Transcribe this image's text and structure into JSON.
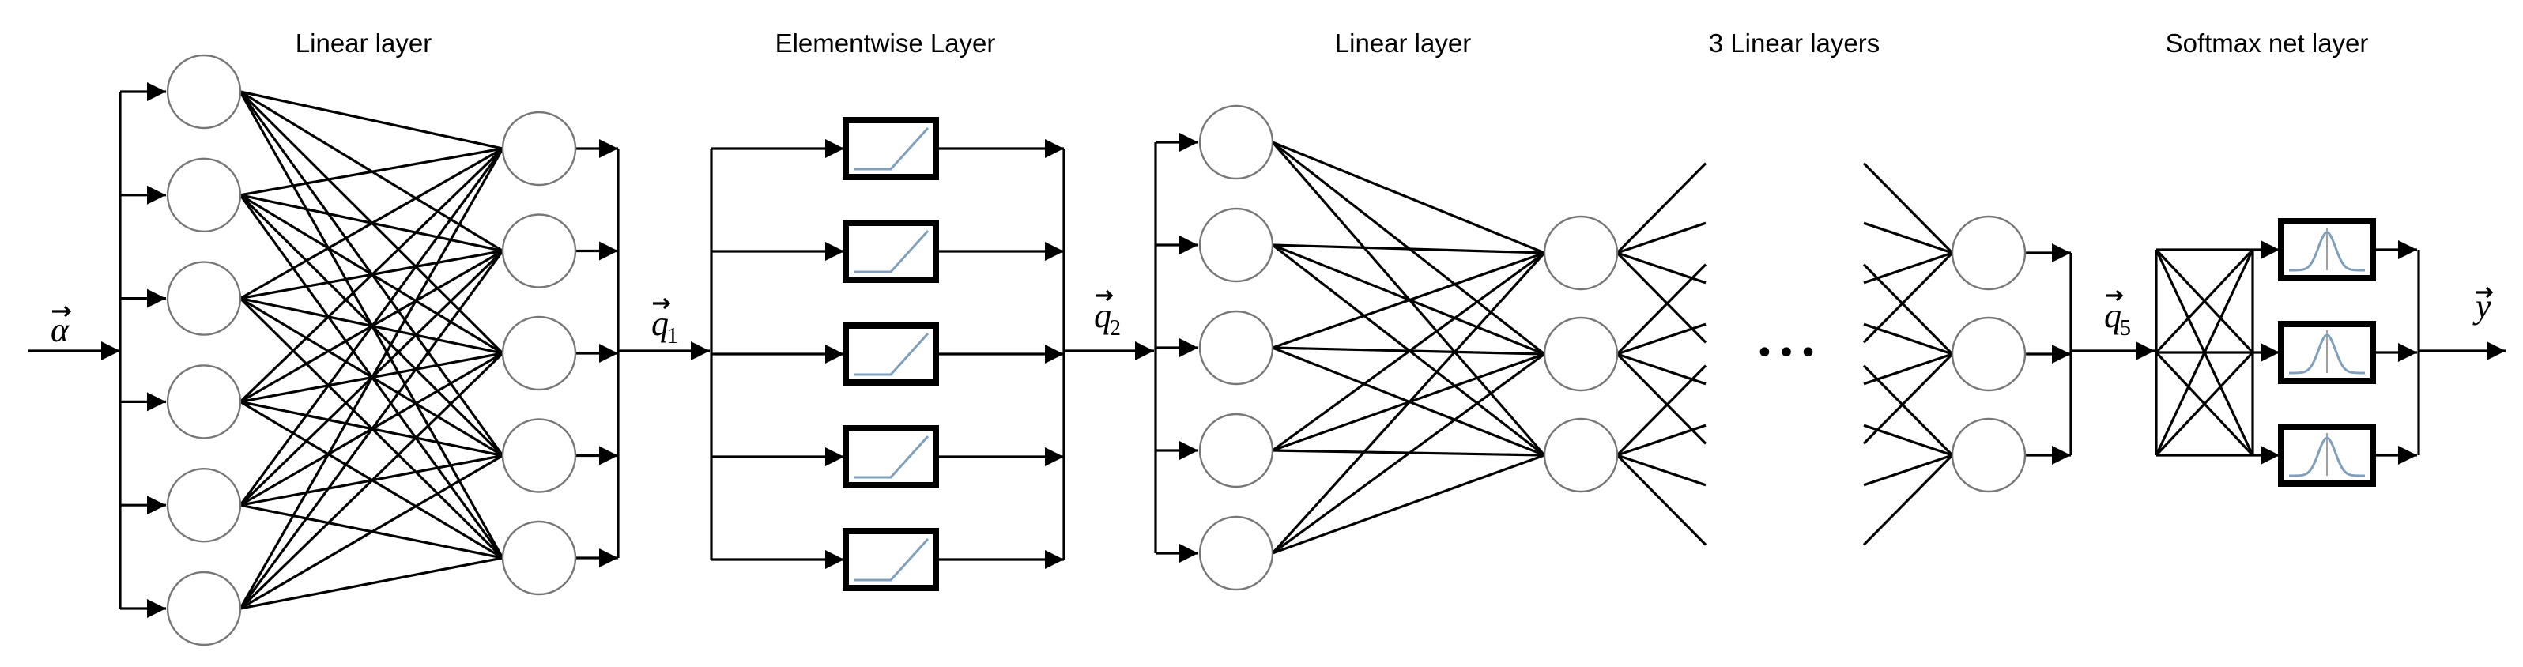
{
  "layer_titles": {
    "linear_1": "Linear layer",
    "elementwise": "Elementwise Layer",
    "linear_2": "Linear layer",
    "linear_3": "3 Linear layers",
    "softmax": "Softmax net layer"
  },
  "vectors": {
    "input": {
      "symbol": "α",
      "subscript": ""
    },
    "q1": {
      "symbol": "q",
      "subscript": "1"
    },
    "q2": {
      "symbol": "q",
      "subscript": "2"
    },
    "q5": {
      "symbol": "q",
      "subscript": "5"
    },
    "output": {
      "symbol": "y",
      "subscript": ""
    }
  },
  "ellipsis": "•••",
  "structure": {
    "linear_1": {
      "inputs": 6,
      "outputs": 5
    },
    "elementwise": {
      "units": 5,
      "activation": "relu"
    },
    "linear_2": {
      "inputs": 5,
      "outputs": 3
    },
    "softmax": {
      "units": 3,
      "activation": "gaussian-bump"
    }
  },
  "colors": {
    "line": "#000000",
    "node_border": "#777777",
    "curve": "#7f9fbd"
  }
}
